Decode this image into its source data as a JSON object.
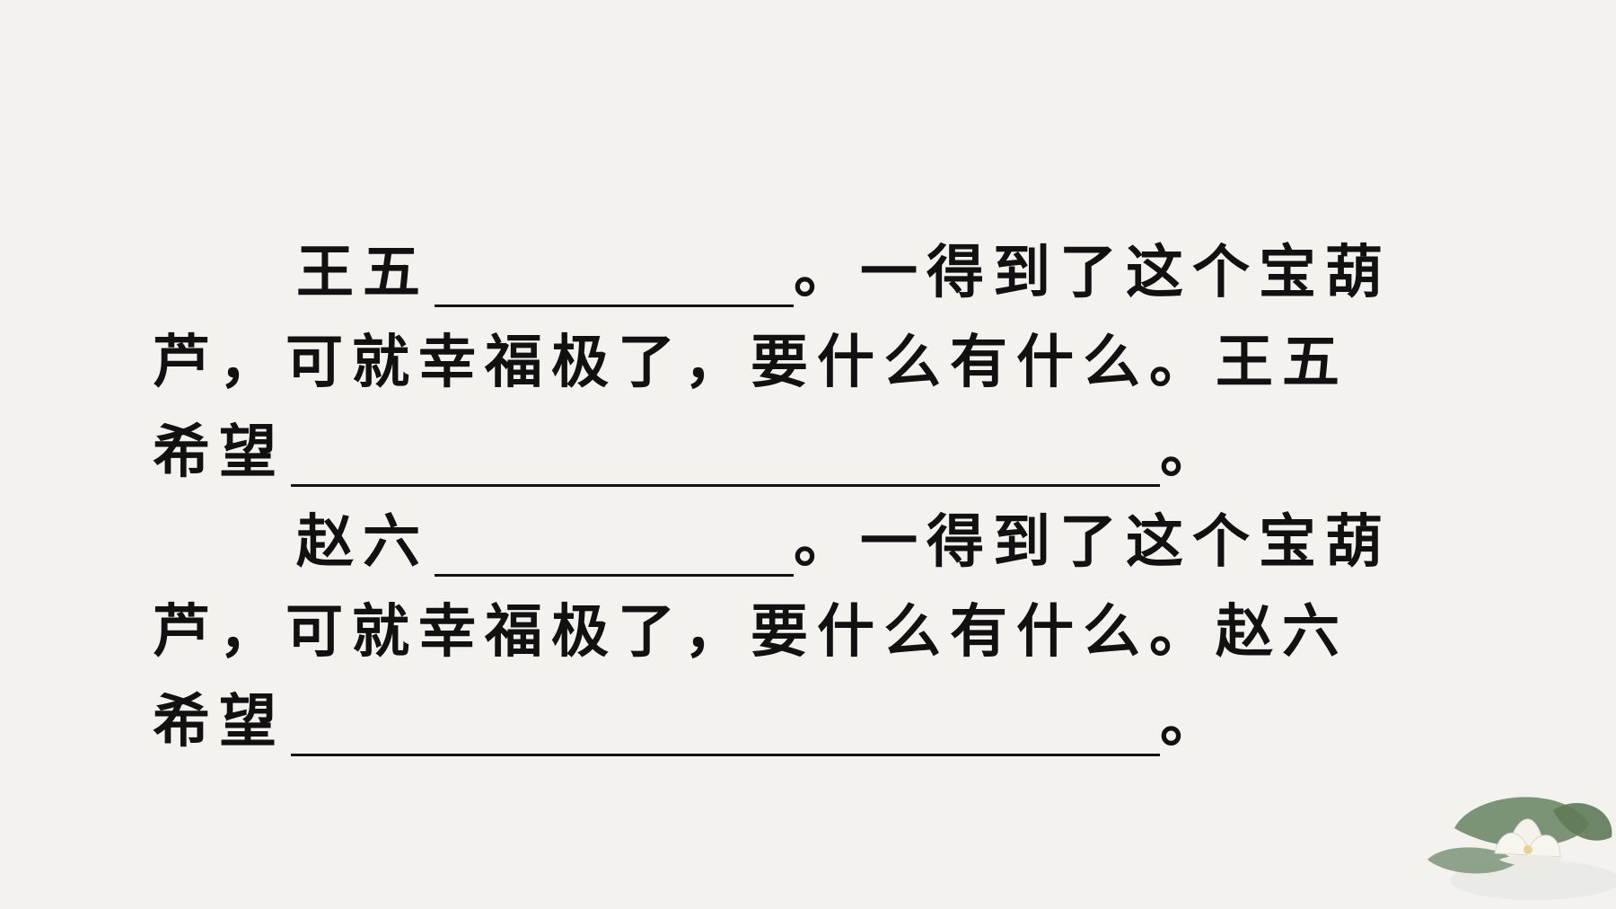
{
  "paragraphs": [
    {
      "line1": {
        "lead": "王五",
        "after_blank": "。一得到了这个宝葫"
      },
      "line2": {
        "text": "芦，可就幸福极了，要什么有什么。王五"
      },
      "line3": {
        "lead": "希望",
        "after_blank": "。"
      }
    },
    {
      "line1": {
        "lead": "赵六",
        "after_blank": "。一得到了这个宝葫"
      },
      "line2": {
        "text": "芦，可就幸福极了，要什么有什么。赵六"
      },
      "line3": {
        "lead": "希望",
        "after_blank": "。"
      }
    }
  ],
  "colors": {
    "background": "#f3f2ee",
    "text": "#111111",
    "lotus_leaf": "#6f8a68",
    "lotus_flower": "#f4f2ea"
  },
  "decoration": {
    "icon": "lotus-icon"
  }
}
